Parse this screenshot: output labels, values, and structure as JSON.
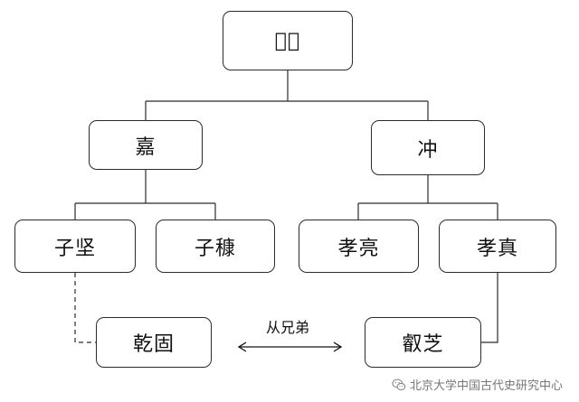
{
  "nodes": {
    "root": "𩉷某",
    "jia": "嘉",
    "chong": "冲",
    "zijian": "子坚",
    "zikang": "子穅",
    "xiaoliang": "孝亮",
    "xiaozhen": "孝真",
    "qiangu": "乾固",
    "ruizhi": "叡芝"
  },
  "relation": {
    "label": "从兄弟"
  },
  "watermark": {
    "text": "北京大学中国古代史研究中心",
    "icon": "wechat-icon"
  }
}
